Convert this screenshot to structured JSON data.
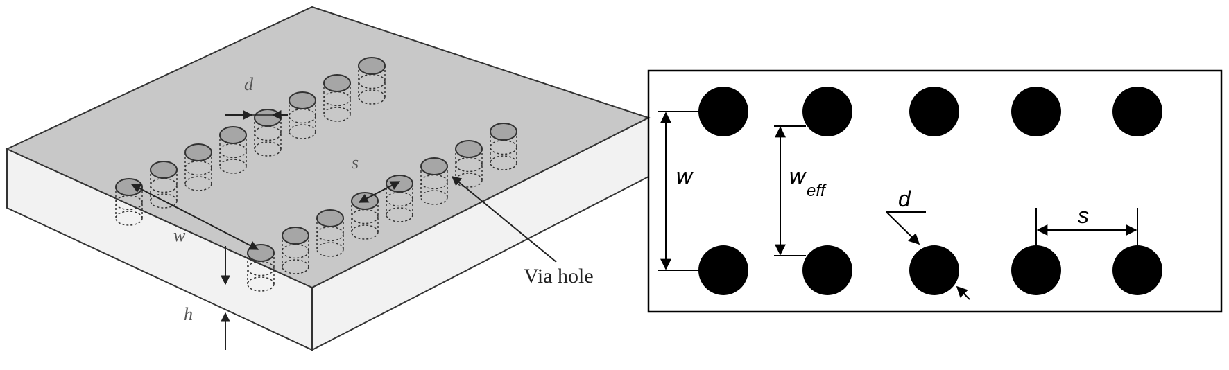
{
  "isometric_view": {
    "labels": {
      "d": "d",
      "s": "s",
      "w": "w",
      "h": "h",
      "via_hole": "Via hole"
    },
    "colors": {
      "substrate_top": "#c8c8c8",
      "substrate_side": "#f2f2f2",
      "via_cap": "#a6a6a6",
      "outline": "#333333"
    }
  },
  "plan_view": {
    "labels": {
      "w": "w",
      "w_eff_main": "w",
      "w_eff_sub": "eff",
      "d": "d",
      "s": "s"
    },
    "rows": 2,
    "posts_per_row": 5,
    "colors": {
      "post": "#000000",
      "frame": "#000000"
    }
  }
}
